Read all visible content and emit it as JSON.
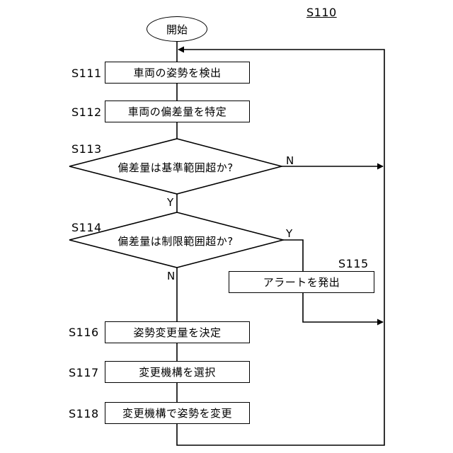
{
  "title": "S110",
  "start": "開始",
  "steps": {
    "s111": {
      "id": "S111",
      "text": "車両の姿勢を検出"
    },
    "s112": {
      "id": "S112",
      "text": "車両の偏差量を特定"
    },
    "s113": {
      "id": "S113",
      "text": "偏差量は基準範囲超か?"
    },
    "s114": {
      "id": "S114",
      "text": "偏差量は制限範囲超か?"
    },
    "s115": {
      "id": "S115",
      "text": "アラートを発出"
    },
    "s116": {
      "id": "S116",
      "text": "姿勢変更量を決定"
    },
    "s117": {
      "id": "S117",
      "text": "変更機構を選択"
    },
    "s118": {
      "id": "S118",
      "text": "変更機構で姿勢を変更"
    }
  },
  "edges": {
    "s113_no": "N",
    "s113_yes": "Y",
    "s114_yes": "Y",
    "s114_no": "N"
  }
}
